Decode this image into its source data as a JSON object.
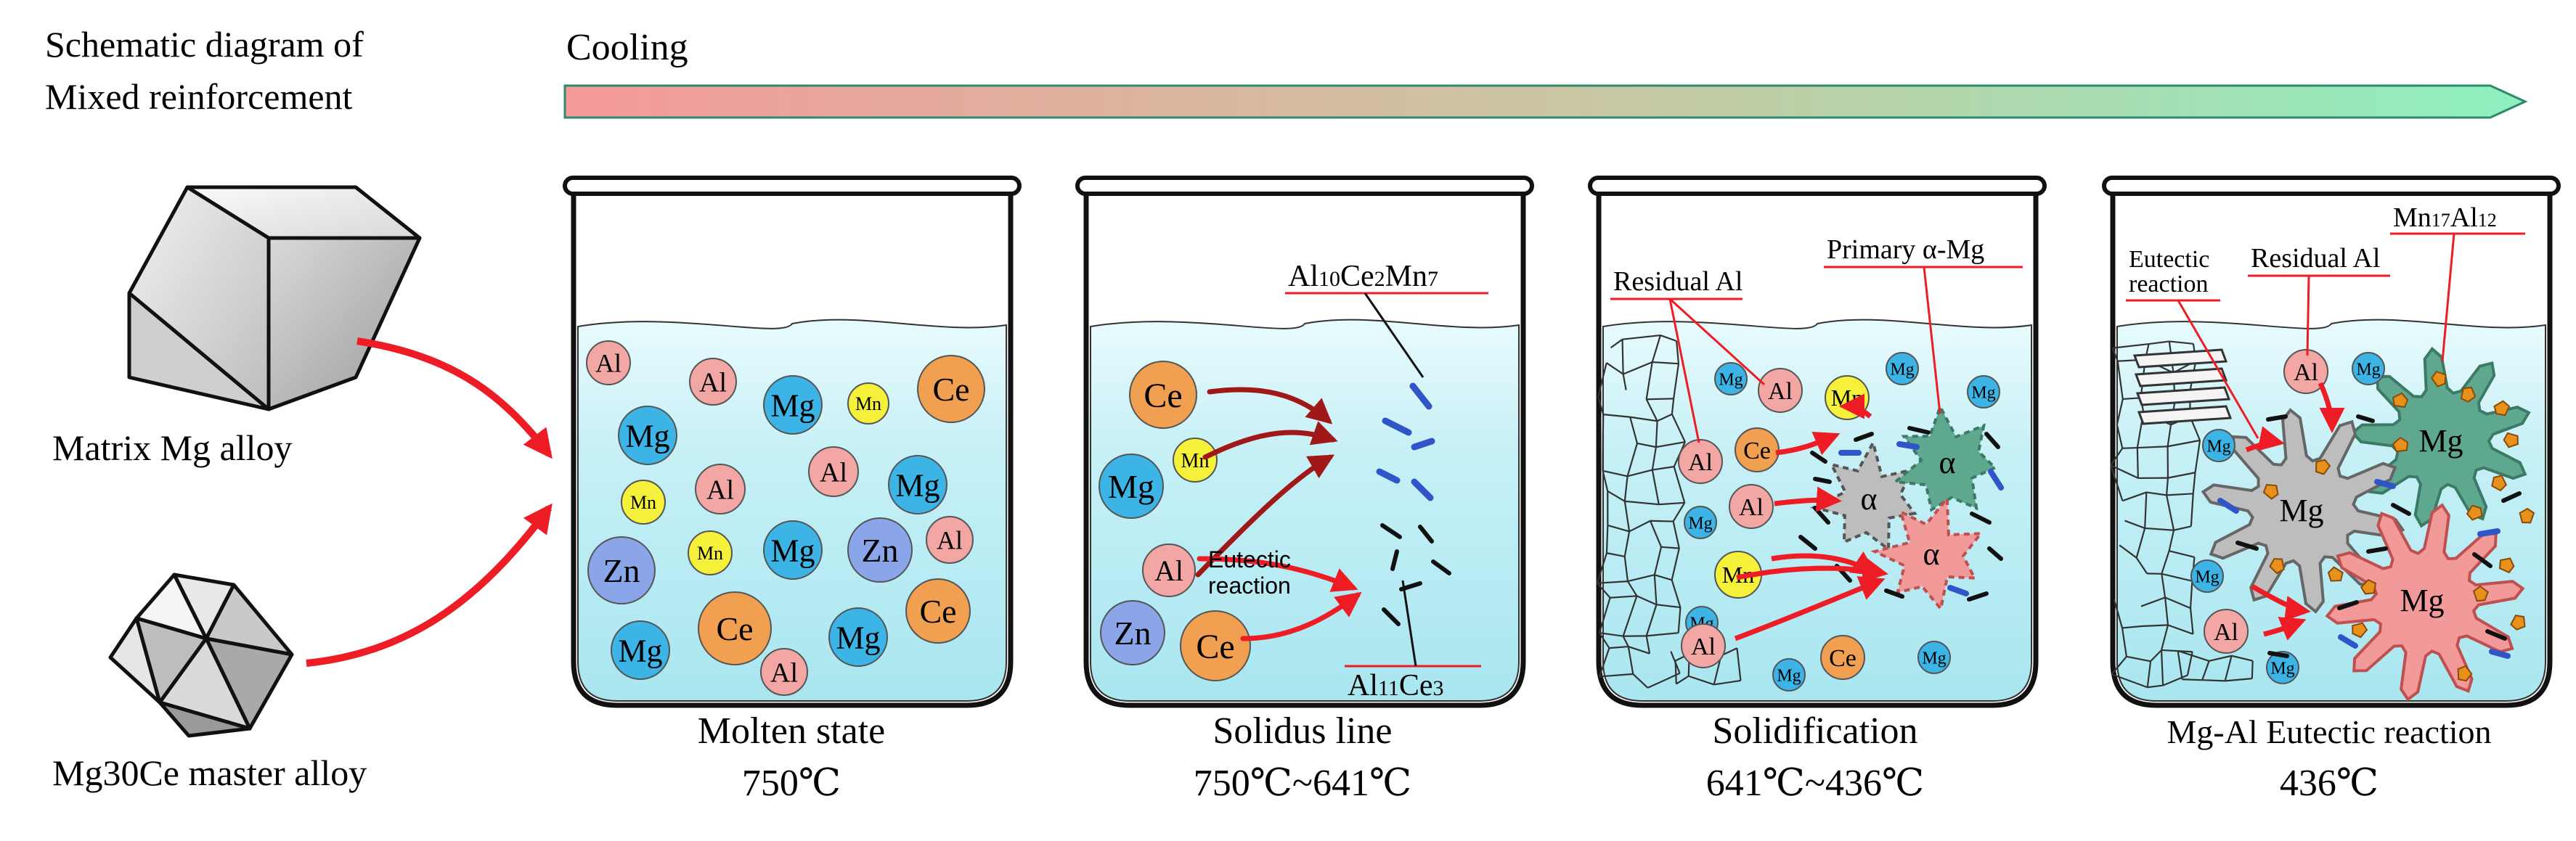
{
  "header": {
    "title_line1": "Schematic diagram of",
    "title_line2": "Mixed  reinforcement",
    "cooling_label": "Cooling"
  },
  "inputs": {
    "matrix_label": "Matrix Mg alloy",
    "master_label": "Mg30Ce master alloy"
  },
  "stages": [
    {
      "name": "Molten state",
      "temp": "750℃"
    },
    {
      "name": "Solidus line",
      "temp": "750℃~641℃"
    },
    {
      "name": "Solidification",
      "temp": "641℃~436℃"
    },
    {
      "name": "Mg-Al Eutectic reaction",
      "temp": "436℃"
    }
  ],
  "annotations": {
    "al10ce2mn7": {
      "a": "Al",
      "s1": "10",
      "b": "Ce",
      "s2": "2",
      "c": "Mn",
      "s3": "7"
    },
    "al11ce3": {
      "a": "Al",
      "s1": "11",
      "b": "Ce",
      "s2": "3"
    },
    "eutectic_reaction_1": "Eutectic",
    "eutectic_reaction_2": "reaction",
    "residual_al": "Residual Al",
    "primary_alpha_mg": "Primary α-Mg",
    "mn17al12": {
      "a": "Mn",
      "s1": "17",
      "b": "Al",
      "s2": "12"
    }
  },
  "labels": {
    "al": "Al",
    "mg": "Mg",
    "mn": "Mn",
    "ce": "Ce",
    "zn": "Zn",
    "alpha": "α"
  },
  "colors": {
    "al": "#f2a7a4",
    "mg": "#3cb4e6",
    "mn": "#f5f03a",
    "ce": "#f0a050",
    "zn": "#8aa5e8",
    "liquid": "#bfeef5",
    "arrow_red": "#ee1c24",
    "arrow_dark": "#a01818",
    "alpha_gray": "#bdbdbd",
    "alpha_green": "#5fa890",
    "alpha_pink": "#f29a9a",
    "cooling_start": "#f59a9a",
    "cooling_end": "#8ef0bf"
  }
}
